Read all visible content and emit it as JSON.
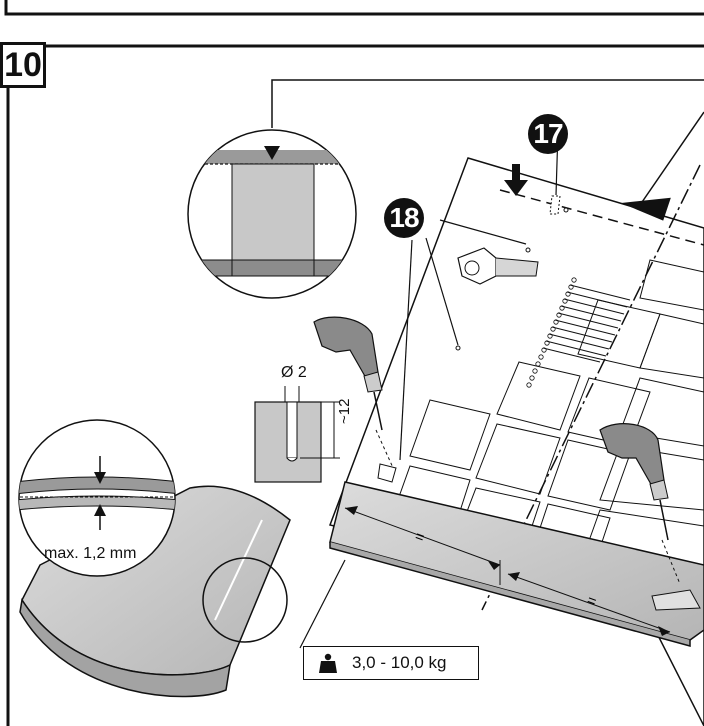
{
  "step": {
    "number": "10"
  },
  "callouts": {
    "screw_holder": "17",
    "holes": "18"
  },
  "drill_detail": {
    "diameter_label": "Ø 2",
    "depth_label": "~12"
  },
  "gap_detail": {
    "tolerance_label": "max. 1,2 mm"
  },
  "weight": {
    "range_label": "3,0 - 10,0 kg",
    "icon": "weight-icon"
  }
}
